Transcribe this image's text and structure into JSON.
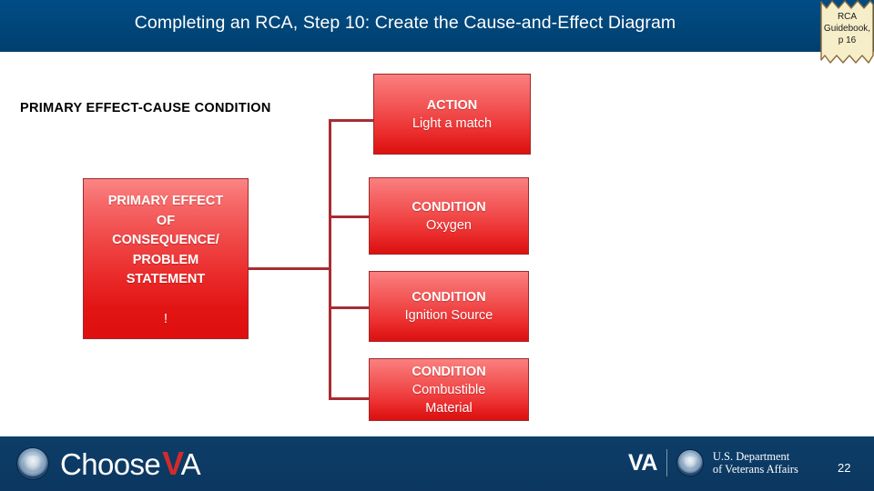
{
  "header": {
    "title": "Completing an RCA, Step 10: Create the Cause-and-Effect Diagram",
    "band_color": "#01467f",
    "scroll_note": {
      "line1": "RCA",
      "line2": "Guidebook,",
      "line3": "p 16",
      "paper_color": "#f6eec9",
      "edge_color": "#8b6a38"
    }
  },
  "diagram": {
    "section_label": "PRIMARY EFFECT-CAUSE CONDITION",
    "primary_box": {
      "lines": [
        "PRIMARY EFFECT",
        "OF",
        "CONSEQUENCE/",
        "PROBLEM",
        "STATEMENT"
      ],
      "marker": "!",
      "fill_top": "#fb8585",
      "fill_bottom": "#de0f0f",
      "border_color": "#9e2a2b"
    },
    "connector_color": "#a82c33",
    "cause_boxes": [
      {
        "type": "ACTION",
        "detail": "Light a match",
        "detail_lines": [
          "Light a match"
        ]
      },
      {
        "type": "CONDITION",
        "detail": "Oxygen",
        "detail_lines": [
          "Oxygen"
        ]
      },
      {
        "type": "CONDITION",
        "detail": "Ignition Source",
        "detail_lines": [
          "Ignition Source"
        ]
      },
      {
        "type": "CONDITION",
        "detail": "Combustible Material",
        "detail_lines": [
          "Combustible",
          "Material"
        ]
      }
    ]
  },
  "footer": {
    "band_color": "#0c3b63",
    "choose_va": {
      "word": "Choose",
      "v": "V",
      "a": "A"
    },
    "va_mark": "VA",
    "department_line1": "U.S. Department",
    "department_line2": "of Veterans Affairs",
    "page_number": "22"
  }
}
